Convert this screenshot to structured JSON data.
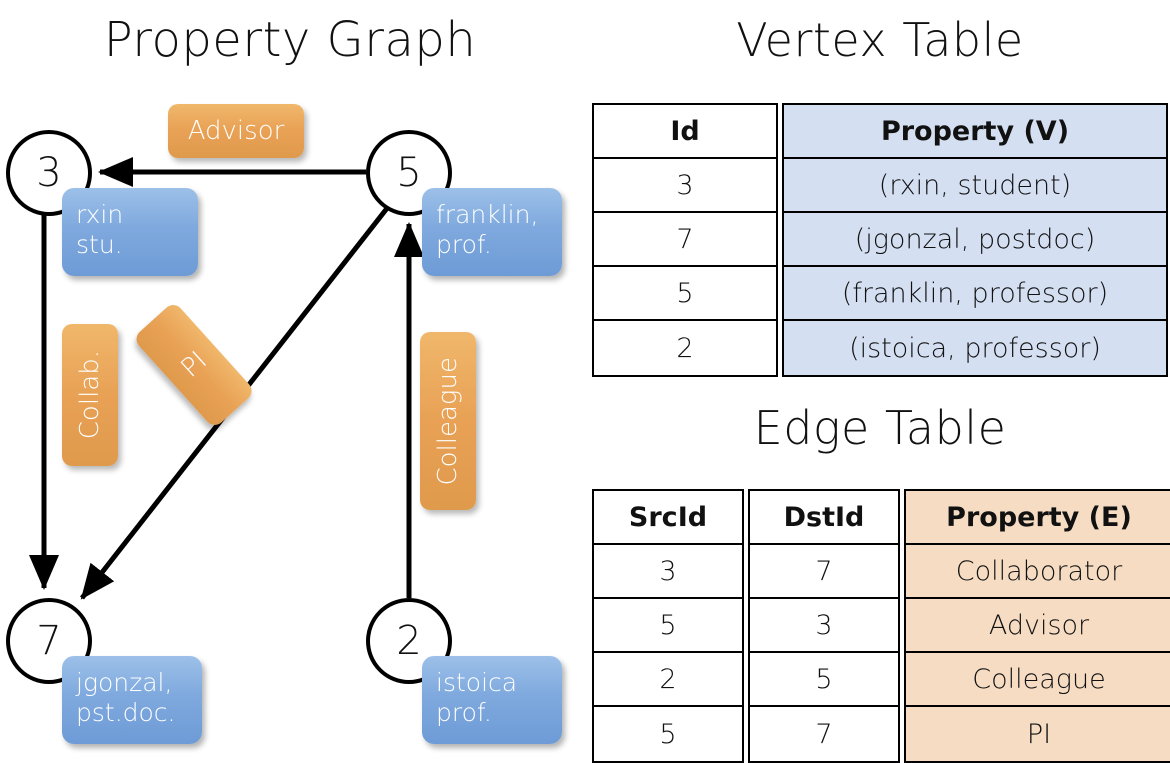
{
  "titles": {
    "property_graph": "Property Graph",
    "vertex_table": "Vertex Table",
    "edge_table": "Edge Table"
  },
  "graph": {
    "nodes": [
      {
        "id": "3",
        "property": "rxin\nstu."
      },
      {
        "id": "5",
        "property": "franklin,\nprof."
      },
      {
        "id": "7",
        "property": "jgonzal,\npst.doc."
      },
      {
        "id": "2",
        "property": "istoica\nprof."
      }
    ],
    "node_labels": {
      "n3": "3",
      "n5": "5",
      "n7": "7",
      "n2": "2"
    },
    "property_boxes": {
      "rxin_line1": "rxin",
      "rxin_line2": "stu.",
      "franklin_line1": "franklin,",
      "franklin_line2": "prof.",
      "jgonzal_line1": "jgonzal,",
      "jgonzal_line2": "pst.doc.",
      "istoica_line1": "istoica",
      "istoica_line2": "prof."
    },
    "edge_labels": {
      "advisor": "Advisor",
      "collab": "Collab.",
      "pi": "PI",
      "colleague": "Colleague"
    },
    "edges": [
      {
        "from": "5",
        "to": "3",
        "label": "Advisor"
      },
      {
        "from": "3",
        "to": "7",
        "label": "Collab."
      },
      {
        "from": "5",
        "to": "7",
        "label": "PI"
      },
      {
        "from": "2",
        "to": "5",
        "label": "Colleague"
      }
    ]
  },
  "vertex_table": {
    "headers": [
      "Id",
      "Property (V)"
    ],
    "rows": [
      {
        "id": "3",
        "property": "(rxin, student)"
      },
      {
        "id": "7",
        "property": "(jgonzal, postdoc)"
      },
      {
        "id": "5",
        "property": "(franklin, professor)"
      },
      {
        "id": "2",
        "property": "(istoica, professor)"
      }
    ]
  },
  "edge_table": {
    "headers": [
      "SrcId",
      "DstId",
      "Property (E)"
    ],
    "rows": [
      {
        "src": "3",
        "dst": "7",
        "property": "Collaborator"
      },
      {
        "src": "5",
        "dst": "3",
        "property": "Advisor"
      },
      {
        "src": "2",
        "dst": "5",
        "property": "Colleague"
      },
      {
        "src": "5",
        "dst": "7",
        "property": "PI"
      }
    ]
  },
  "colors": {
    "vertex_property_fill": "#D4DFF2",
    "edge_property_fill": "#F5DCC3",
    "node_box_blue": "#7FA9DE",
    "edge_label_orange": "#E8A155",
    "stroke": "#000000"
  }
}
